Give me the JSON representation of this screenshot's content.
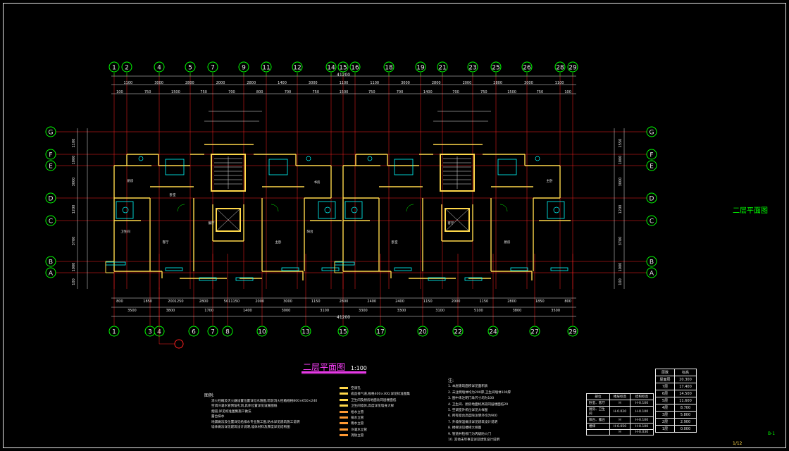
{
  "drawing": {
    "title": "二层平面图",
    "scale": "1:100",
    "side_title": "二层平面图",
    "overall_dimension_top": "41200",
    "overall_dimension_bottom": "41200",
    "page_number": "1/12",
    "corner_tag": "B-1"
  },
  "axes_top": [
    "1",
    "2",
    "4",
    "5",
    "7",
    "9",
    "11",
    "12",
    "14",
    "15",
    "16",
    "18",
    "19",
    "21",
    "23",
    "25",
    "26",
    "28",
    "29"
  ],
  "axes_bottom": [
    "1",
    "3",
    "4",
    "6",
    "7",
    "8",
    "10",
    "13",
    "15",
    "17",
    "20",
    "22",
    "24",
    "27",
    "29"
  ],
  "axes_rows": [
    "G",
    "F",
    "E",
    "D",
    "C",
    "B",
    "A"
  ],
  "dims_top_row1": [
    "1100",
    "3000",
    "2800",
    "2000",
    "2800",
    "1400",
    "3000",
    "1100",
    "1100",
    "3000",
    "2800",
    "2000",
    "2800",
    "3000",
    "1100"
  ],
  "dims_top_row2": [
    "100",
    "750",
    "1500",
    "750",
    "700",
    "800",
    "700",
    "750",
    "1500",
    "750",
    "700",
    "1400",
    "700",
    "750",
    "1500",
    "750",
    "100"
  ],
  "dims_bottom_row1": [
    "800",
    "1850",
    "2001250",
    "2800",
    "5011150",
    "2000",
    "3000",
    "1150",
    "2800",
    "2400",
    "2400",
    "1150",
    "2000",
    "1150",
    "2800",
    "1850",
    "800"
  ],
  "dims_bottom_row2": [
    "3500",
    "3800",
    "1700",
    "1400",
    "3000",
    "3100",
    "3300",
    "3300",
    "3100",
    "5100",
    "3800",
    "3500"
  ],
  "dims_left": [
    "1100",
    "1000",
    "3000",
    "1200",
    "3700",
    "1000",
    "100"
  ],
  "dims_right": [
    "1550",
    "1000",
    "3000",
    "1200",
    "3700",
    "1000",
    "100"
  ],
  "room_labels": [
    "卧室",
    "客厅",
    "厨房",
    "卫生间",
    "餐厅",
    "主卧",
    "书房",
    "阳台",
    "卧室",
    "客厅",
    "厨房",
    "主卧"
  ],
  "notes_left": {
    "heading": "图例:",
    "lines": [
      "消火栓箱及灭火器设置位置详见水施图,暗装消火栓箱规格800×650×240",
      "空调冷凝水管预留孔洞,具体位置详见设施图纸",
      "烟道,详见标准图集施工做法",
      "露台排水",
      "地漏做法及位置详见给排水专业施工图,防水详见建筑施工说明",
      "墙体做法详见建筑设计说明,墙体材料及厚度详见结构图"
    ]
  },
  "notes_middle": {
    "lines": [
      "空调孔",
      "成品排气道,规格400×300,详见标准图集",
      "卫生间及厨房地面比同层楼面低",
      "卫生间墙体,高度详见墙身大样",
      "给水立管",
      "排水立管",
      "雨水立管",
      "冷凝水立管",
      "消防立管"
    ]
  },
  "notes_right": {
    "heading": "注:",
    "lines": [
      "1. 本层建筑面积详见面积表",
      "2. 未注明墙体均为200厚,卫生间墙体100厚",
      "3. 图中未注明门垛尺寸均为100",
      "4. 卫生间、厨房地面标高较同层楼面低20",
      "5. 空调室外机位详见大样图",
      "6. 所有窗台高度除注明外均为900",
      "7. 外墙保温做法详见建筑设计说明",
      "8. 楼梯详见楼梯大样图",
      "9. 管道井检修门为丙级防火门",
      "10. 其他未尽事宜详见建筑设计说明"
    ]
  },
  "elevation_table": {
    "headers": [
      "部位",
      "楼层标高",
      "结构标高"
    ],
    "rows": [
      [
        "卧室、客厅",
        "H",
        "H-0.100"
      ],
      [
        "厨房、卫生间",
        "H-0.020",
        "H-0.100"
      ],
      [
        "阳台、露台",
        "H",
        "H-0.100"
      ],
      [
        "楼梯",
        "H-0.050",
        "H-0.100"
      ],
      [
        "",
        "H",
        "H-0.030"
      ]
    ]
  },
  "floor_table": {
    "headers": [
      "层数",
      "标高"
    ],
    "rows": [
      [
        "屋面层",
        "20.300"
      ],
      [
        "7层",
        "17.400"
      ],
      [
        "6层",
        "14.500"
      ],
      [
        "5层",
        "11.600"
      ],
      [
        "4层",
        "8.700"
      ],
      [
        "3层",
        "5.800"
      ],
      [
        "2层",
        "2.900"
      ],
      [
        "1层",
        "0.000"
      ]
    ]
  },
  "colors": {
    "background": "#000000",
    "axis_green": "#00ff00",
    "axis_line_red": "#ff2020",
    "wall_yellow": "#ffd84a",
    "fixture_cyan": "#00ffff",
    "dim_white": "#e8e8e8",
    "title_magenta": "#ff40ff"
  }
}
